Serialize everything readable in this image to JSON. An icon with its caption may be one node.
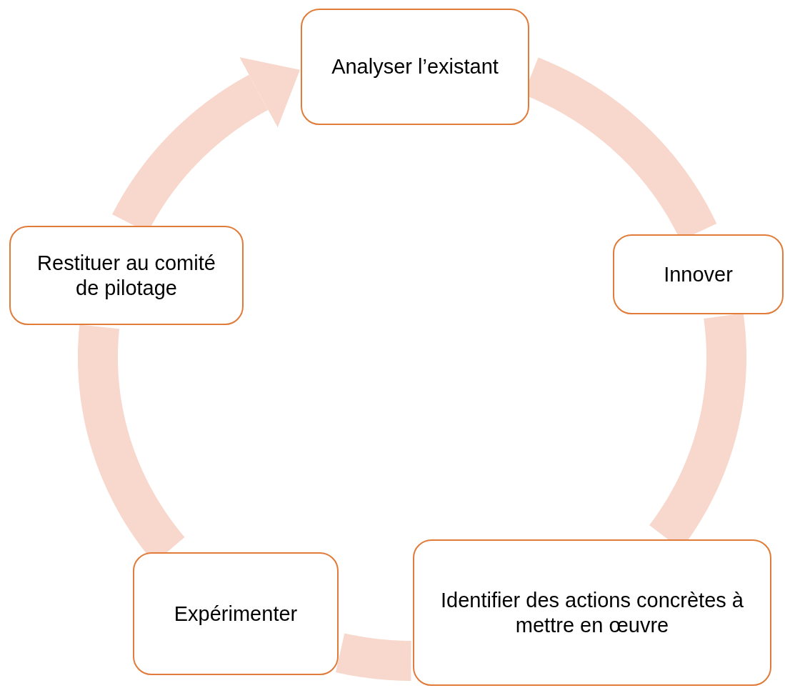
{
  "diagram": {
    "nodes": [
      {
        "text": [
          "Analyser l’existant"
        ]
      },
      {
        "text": [
          "Innover"
        ]
      },
      {
        "text": [
          "Identifier des actions concrètes à mettre en œuvre"
        ]
      },
      {
        "text": [
          "Expérimenter"
        ]
      },
      {
        "text": [
          "Restituer au comité de pilotage"
        ]
      }
    ],
    "edges": [
      {
        "from": 0,
        "to": 1,
        "arrow": "none"
      },
      {
        "from": 1,
        "to": 2,
        "arrow": "none"
      },
      {
        "from": 2,
        "to": 3,
        "arrow": "none"
      },
      {
        "from": 3,
        "to": 4,
        "arrow": "none"
      },
      {
        "from": 4,
        "to": 0,
        "arrow": "to"
      }
    ]
  }
}
